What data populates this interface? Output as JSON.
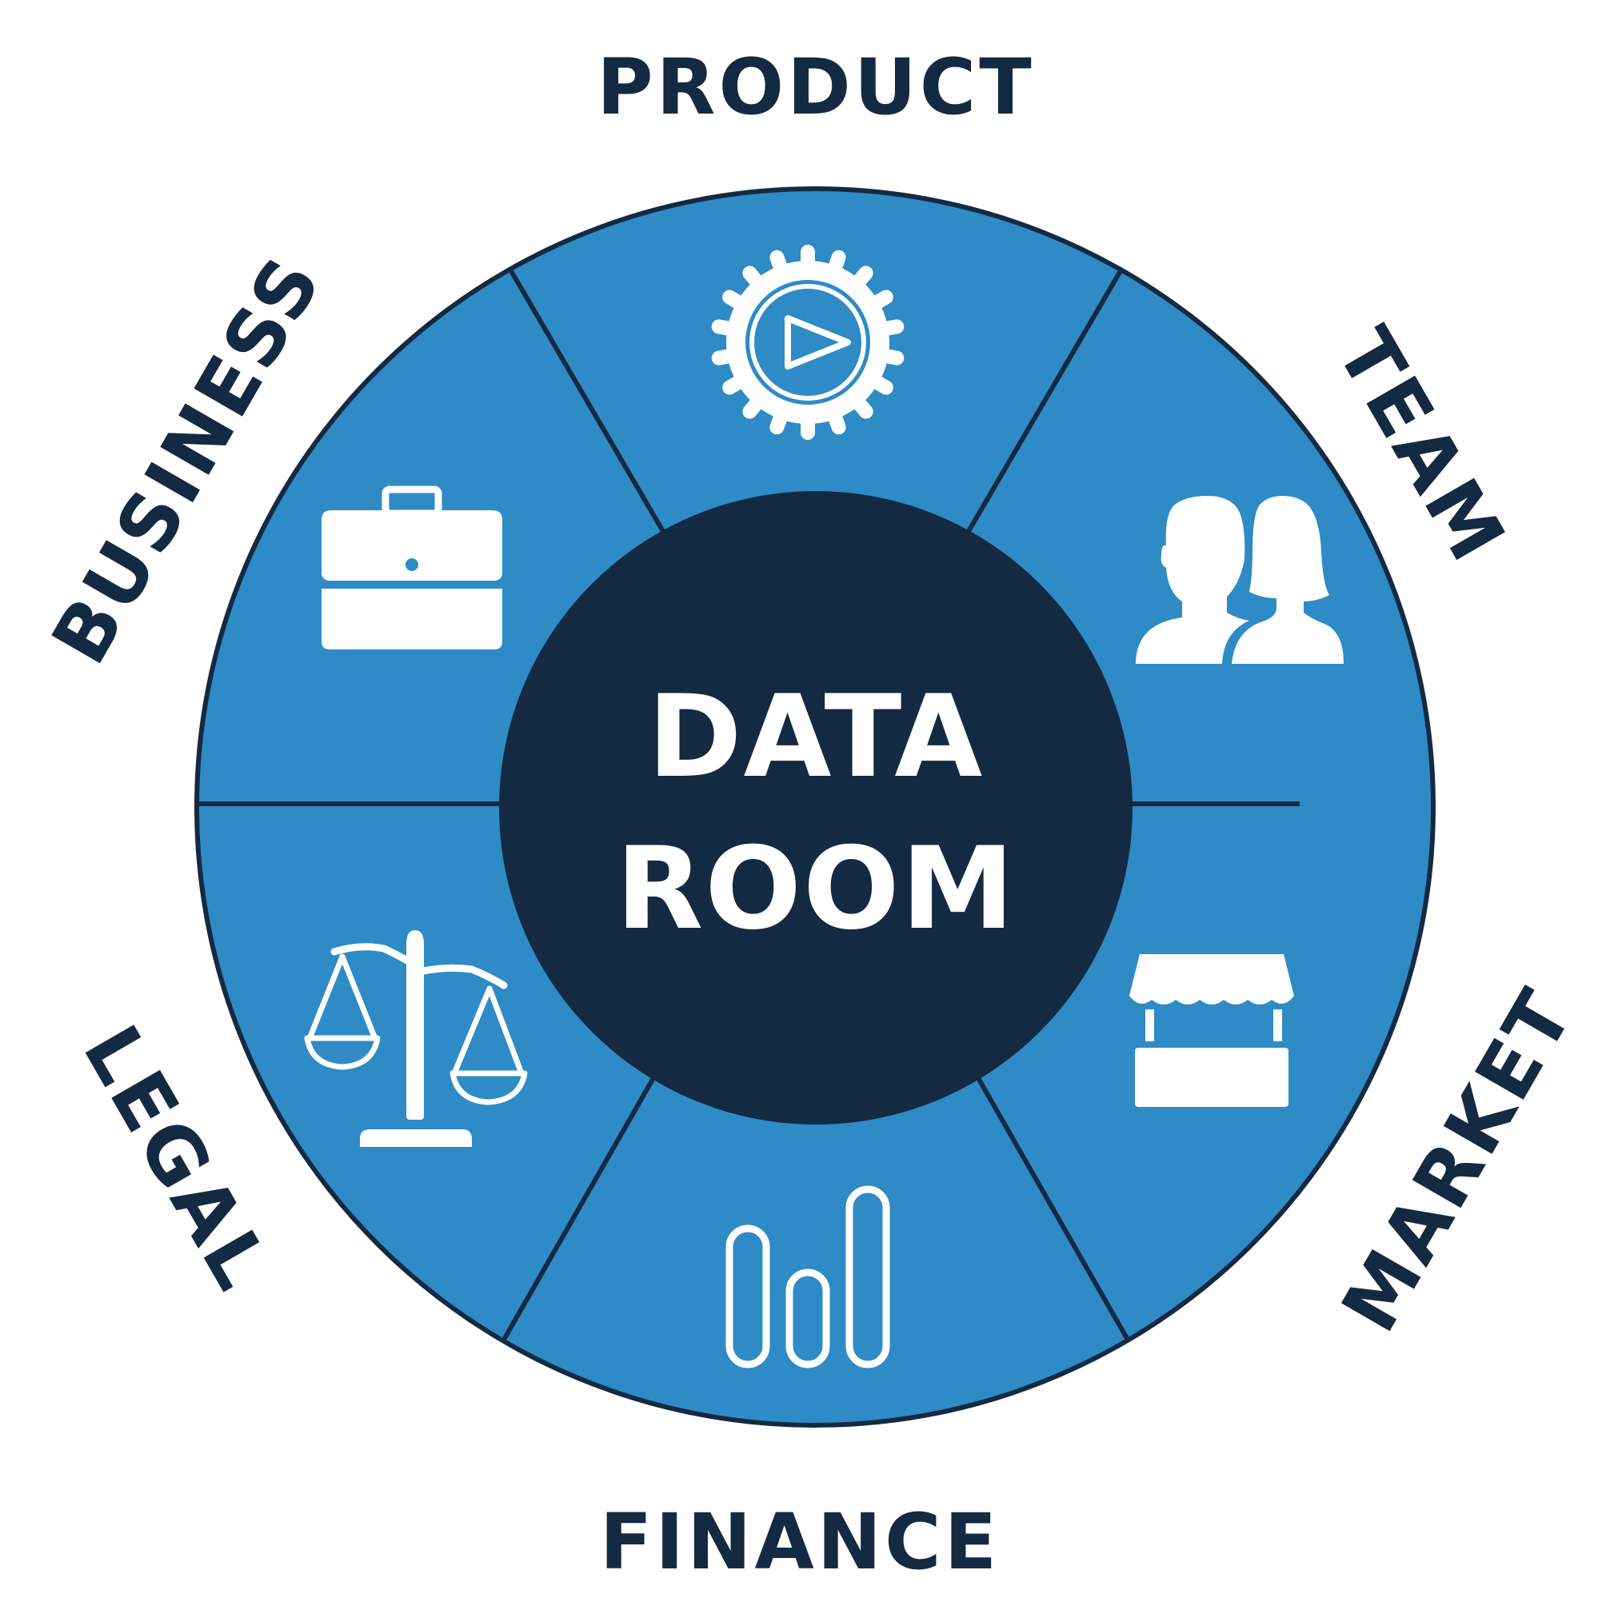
{
  "center": {
    "line1": "DATA",
    "line2": "ROOM"
  },
  "segments": [
    {
      "key": "product",
      "label": "PRODUCT",
      "icon": "gear-play-icon"
    },
    {
      "key": "team",
      "label": "TEAM",
      "icon": "people-icon"
    },
    {
      "key": "market",
      "label": "MARKET",
      "icon": "market-stall-icon"
    },
    {
      "key": "finance",
      "label": "FINANCE",
      "icon": "bar-chart-icon"
    },
    {
      "key": "legal",
      "label": "LEGAL",
      "icon": "scales-icon"
    },
    {
      "key": "business",
      "label": "BUSINESS",
      "icon": "briefcase-icon"
    }
  ],
  "colors": {
    "ring": "#2e8bc6",
    "center": "#142a42",
    "outline": "#142a42",
    "label": "#142a42",
    "icon": "#ffffff"
  }
}
